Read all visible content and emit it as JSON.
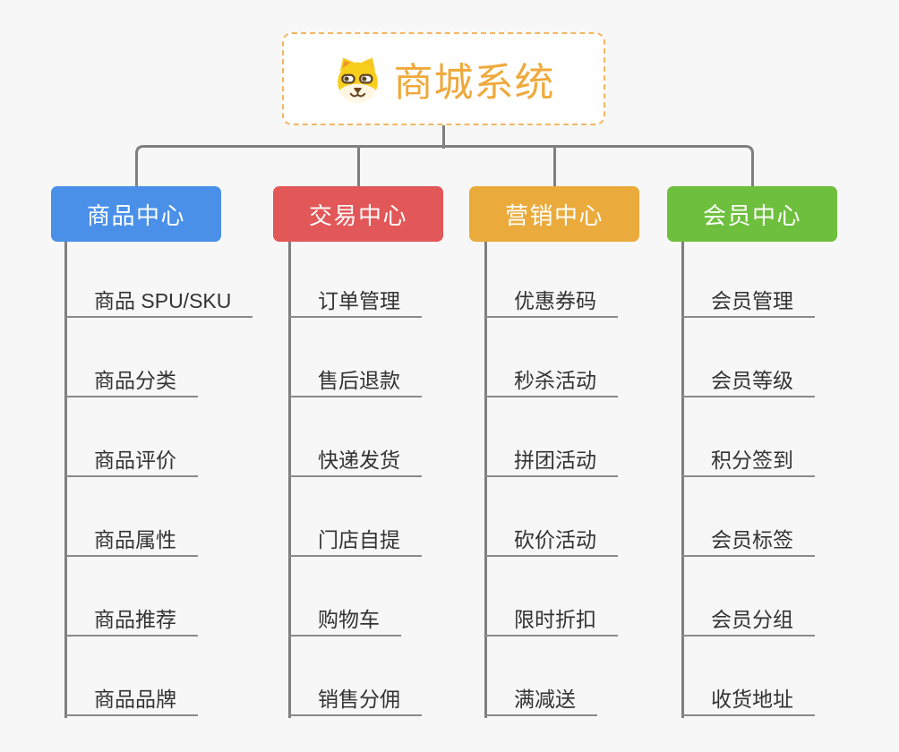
{
  "canvas": {
    "background": "#F7F7F7"
  },
  "root": {
    "title": "商城系统",
    "icon": "doge-face-icon",
    "title_color": "#EFA93C",
    "border_color": "#F2B763",
    "background": "#FFFFFF"
  },
  "lines": {
    "connector_color": "#7F7F7F",
    "underline_color": "#8A8A8A",
    "subtopic_text_color": "#333333"
  },
  "branches": [
    {
      "label": "商品中心",
      "color": "#4A90E8",
      "children": [
        "商品 SPU/SKU",
        "商品分类",
        "商品评价",
        "商品属性",
        "商品推荐",
        "商品品牌"
      ]
    },
    {
      "label": "交易中心",
      "color": "#E25757",
      "children": [
        "订单管理",
        "售后退款",
        "快递发货",
        "门店自提",
        "购物车",
        "销售分佣"
      ]
    },
    {
      "label": "营销中心",
      "color": "#EBAB3C",
      "children": [
        "优惠券码",
        "秒杀活动",
        "拼团活动",
        "砍价活动",
        "限时折扣",
        "满减送"
      ]
    },
    {
      "label": "会员中心",
      "color": "#6FBF3E",
      "children": [
        "会员管理",
        "会员等级",
        "积分签到",
        "会员标签",
        "会员分组",
        "收货地址"
      ]
    }
  ]
}
